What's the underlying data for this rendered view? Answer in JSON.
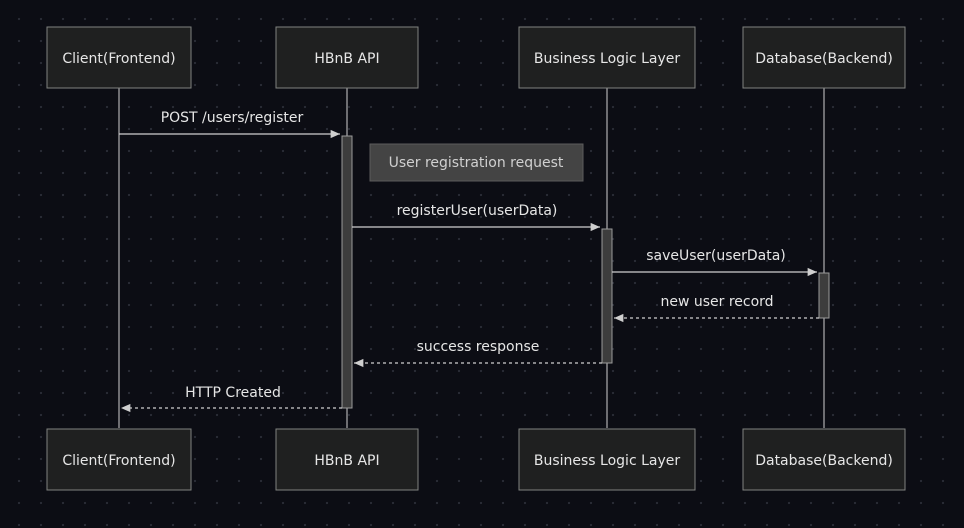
{
  "participants": [
    {
      "id": "client",
      "label": "Client(Frontend)"
    },
    {
      "id": "api",
      "label": "HBnB API"
    },
    {
      "id": "logic",
      "label": "Business Logic Layer"
    },
    {
      "id": "db",
      "label": "Database(Backend)"
    }
  ],
  "note": {
    "text": "User registration request"
  },
  "messages": [
    {
      "from": "client",
      "to": "api",
      "label": "POST /users/register",
      "style": "solid"
    },
    {
      "from": "api",
      "to": "logic",
      "label": "registerUser(userData)",
      "style": "solid"
    },
    {
      "from": "logic",
      "to": "db",
      "label": "saveUser(userData)",
      "style": "solid"
    },
    {
      "from": "db",
      "to": "logic",
      "label": "new user record",
      "style": "dashed"
    },
    {
      "from": "logic",
      "to": "api",
      "label": "success response",
      "style": "dashed"
    },
    {
      "from": "api",
      "to": "client",
      "label": "HTTP Created",
      "style": "dashed"
    }
  ],
  "colors": {
    "background": "#0c0d14",
    "box_fill": "#1f2020",
    "box_stroke": "#81827f",
    "text": "#e6e6e6",
    "line": "#cfcfcf",
    "activation_fill": "#3d3d3d",
    "note_fill": "#444444"
  }
}
